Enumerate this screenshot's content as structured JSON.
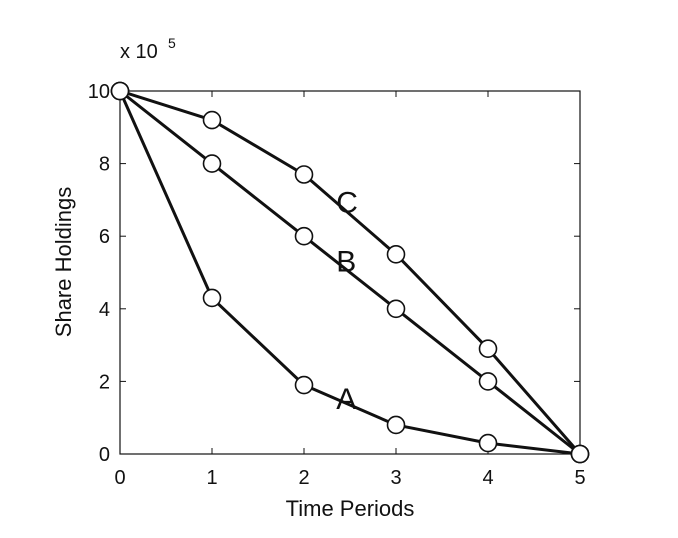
{
  "chart_data": {
    "type": "line",
    "xlabel": "Time Periods",
    "ylabel": "Share Holdings",
    "y_multiplier": {
      "base": "x 10",
      "exponent": "5"
    },
    "xlim": [
      0,
      5
    ],
    "ylim": [
      0,
      10
    ],
    "x_ticks": [
      0,
      1,
      2,
      3,
      4,
      5
    ],
    "y_ticks": [
      0,
      2,
      4,
      6,
      8,
      10
    ],
    "grid": false,
    "legend": "none",
    "x": [
      0,
      1,
      2,
      3,
      4,
      5
    ],
    "series": [
      {
        "name": "A",
        "values": [
          10,
          4.3,
          1.9,
          0.8,
          0.3,
          0
        ]
      },
      {
        "name": "B",
        "values": [
          10,
          8,
          6,
          4,
          2,
          0
        ]
      },
      {
        "name": "C",
        "values": [
          10,
          9.2,
          7.7,
          5.5,
          2.9,
          0
        ]
      }
    ],
    "marker": "open-circle",
    "line_color": "#111111"
  }
}
